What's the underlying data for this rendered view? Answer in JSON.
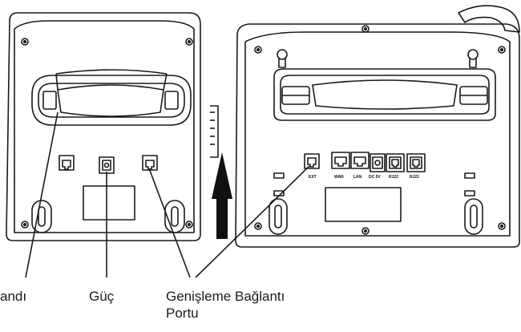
{
  "labels": {
    "handset_hook_partial": "andı",
    "power": "Güç",
    "expansion_line1": "Genişleme Bağlantı",
    "expansion_line2": "Portu"
  },
  "ports": {
    "ext": "EXT",
    "wan": "WAN",
    "lan": "LAN",
    "dc": "DC 5V",
    "rj22_a": "RJ22",
    "rj22_b": "RJ22"
  },
  "icons": [
    "screw-icon",
    "arrow-up-icon",
    "rj45-port-icon",
    "rj22-port-icon",
    "dc-jack-icon"
  ],
  "colors": {
    "line": "#1a1a1a",
    "fill": "#ffffff",
    "arrow": "#111111"
  }
}
